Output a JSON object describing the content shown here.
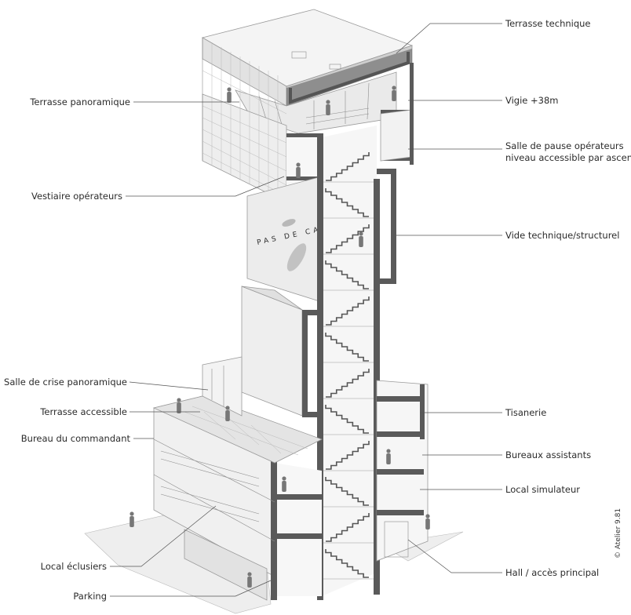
{
  "labels_left": [
    {
      "id": "terrasse-panoramique",
      "text": "Terrasse panoramique"
    },
    {
      "id": "vestiaire-operateurs",
      "text": "Vestiaire opérateurs"
    },
    {
      "id": "salle-de-crise",
      "text": "Salle de crise panoramique"
    },
    {
      "id": "terrasse-accessible",
      "text": "Terrasse accessible"
    },
    {
      "id": "bureau-commandant",
      "text": "Bureau du commandant"
    },
    {
      "id": "local-eclusiers",
      "text": "Local éclusiers"
    },
    {
      "id": "parking",
      "text": "Parking"
    }
  ],
  "labels_right": [
    {
      "id": "terrasse-technique",
      "text": "Terrasse technique"
    },
    {
      "id": "vigie",
      "text": "Vigie +38m"
    },
    {
      "id": "salle-de-pause",
      "lines": [
        "Salle de pause opérateurs",
        "niveau accessible par ascenceur"
      ]
    },
    {
      "id": "vide-technique",
      "text": "Vide technique/structurel"
    },
    {
      "id": "tisanerie",
      "text": "Tisanerie"
    },
    {
      "id": "bureaux-assistants",
      "text": "Bureaux assistants"
    },
    {
      "id": "local-simulateur",
      "text": "Local simulateur"
    },
    {
      "id": "hall",
      "text": "Hall / accès principal"
    }
  ],
  "facade_text": "PAS DE CA",
  "credit": "© Atelier 9.81"
}
